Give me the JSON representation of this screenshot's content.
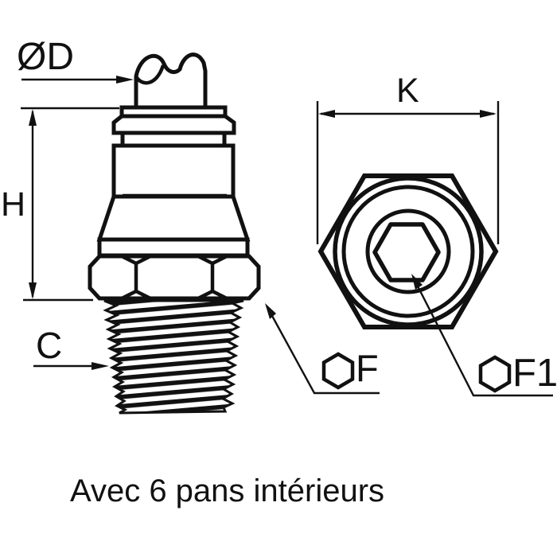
{
  "figure": {
    "caption": "Avec 6 pans intérieurs",
    "line_color": "#111111",
    "background_color": "#ffffff"
  },
  "dimension_labels": {
    "tube_diameter": "ØD",
    "overall_height": "H",
    "thread": "C",
    "hex_across_corners": "K",
    "nut_hex": "F",
    "socket_hex": "F1"
  }
}
